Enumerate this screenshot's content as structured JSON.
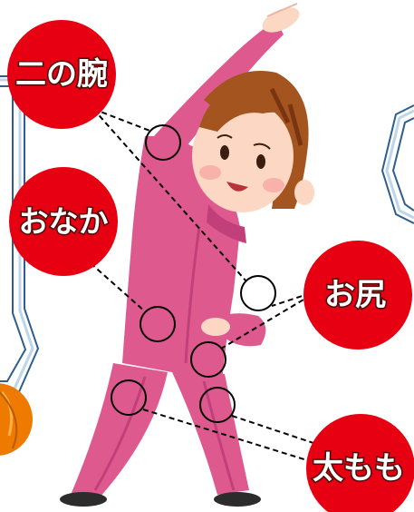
{
  "labels": {
    "upper_arm": "二の腕",
    "belly": "おなか",
    "buttocks": "お尻",
    "thigh": "太もも"
  },
  "colors": {
    "badge_red": "#e60012",
    "outfit_pink": "#de5a8e",
    "outfit_pink_dark": "#c2407a",
    "skin": "#fbd7c4",
    "hair": "#a4541e",
    "frame_blue": "#2f5e8e",
    "frame_light_blue": "#bcd6ea",
    "orange_corner": "#ee7a00"
  },
  "icons": {
    "figure": "stretching-woman-illustration",
    "marker": "target-circle-icon"
  }
}
